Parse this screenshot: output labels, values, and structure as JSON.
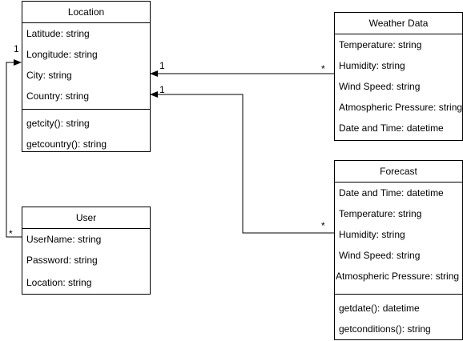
{
  "colors": {
    "line": "#000000",
    "background": "#ffffff",
    "text": "#000000"
  },
  "classes": {
    "location": {
      "name": "Location",
      "attributes": [
        "Latitude: string",
        "Longitude: string",
        "City: string",
        "Country: string"
      ],
      "operations": [
        "getcity(): string",
        "getcountry(): string"
      ]
    },
    "weather_data": {
      "name": "Weather Data",
      "attributes": [
        "Temperature: string",
        "Humidity: string",
        "Wind Speed: string",
        "Atmospheric Pressure: string",
        "Date and Time: datetime"
      ]
    },
    "forecast": {
      "name": "Forecast",
      "attributes": [
        "Date and Time: datetime",
        "Temperature: string",
        "Humidity: string",
        "Wind Speed: string",
        "Atmospheric Pressure: string"
      ],
      "operations": [
        "getdate(): datetime",
        "getconditions(): string"
      ]
    },
    "user": {
      "name": "User",
      "attributes": [
        "UserName: string",
        "Password: string",
        "Location: string"
      ]
    }
  },
  "associations": {
    "user_location": {
      "source_multiplicity": "*",
      "target_multiplicity": "1"
    },
    "weather_location": {
      "source_multiplicity": "*",
      "target_multiplicity": "1"
    },
    "forecast_location": {
      "source_multiplicity": "*",
      "target_multiplicity": "1"
    }
  }
}
